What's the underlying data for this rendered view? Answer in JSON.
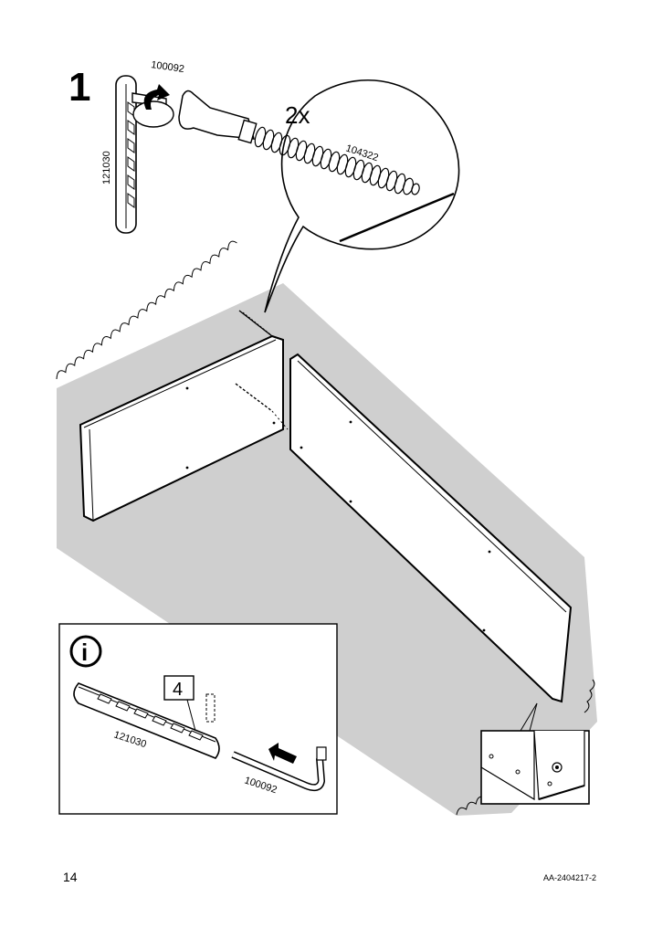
{
  "step": {
    "number": "1"
  },
  "top_callout": {
    "quantity": "2x",
    "screw_part": "104322"
  },
  "allen_key": {
    "part_number": "100092"
  },
  "dowel_strip": {
    "part_number": "121030"
  },
  "info_box": {
    "symbol": "i",
    "setting_number": "4",
    "strip_part_number": "121030",
    "key_part_number": "100092"
  },
  "footer": {
    "page_number": "14",
    "doc_code": "AA-2404217-2"
  }
}
